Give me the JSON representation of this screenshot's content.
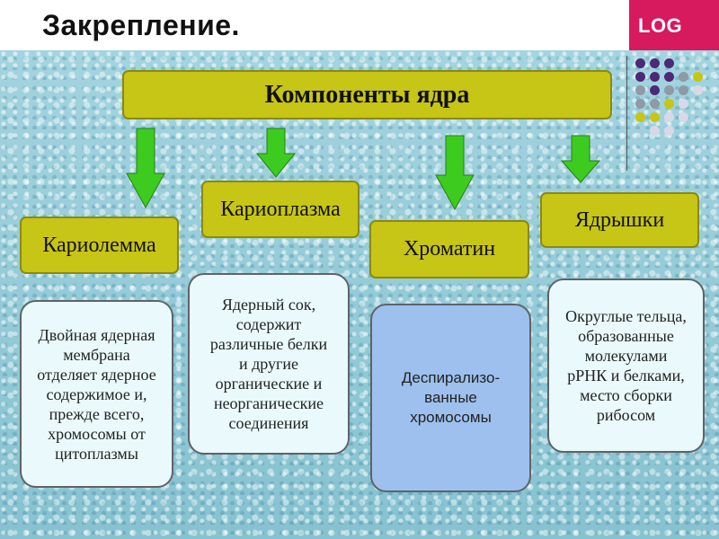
{
  "slide": {
    "title": "Закрепление.",
    "logo_text": "LOG"
  },
  "diagram": {
    "root": "Компоненты ядра",
    "components": [
      {
        "label": "Кариолемма",
        "description": "Двойная ядерная\nмембрана\nотделяет ядерное\nсодержимое и,\nпрежде всего,\nхромосомы от\nцитоплазмы"
      },
      {
        "label": "Кариоплазма",
        "description": "Ядерный сок,\nсодержит\nразличные белки\nи другие\nорганические и\nнеорганические\nсоединения"
      },
      {
        "label": "Хроматин",
        "description": "Деспирализо-\nванные\nхромосомы"
      },
      {
        "label": "Ядрышки",
        "description": "Округлые тельца,\nобразованные\nмолекулами\nрРНК и белками,\nместо сборки\nрибосом"
      }
    ]
  },
  "colors": {
    "box_fill": "#c7c516",
    "arrow_fill": "#3ccb1e",
    "background": "#8fc9d6",
    "logo_accent": "#d7195e",
    "chromatin_fill": "#9ec0ee",
    "description_fill": "#eaf9fb"
  }
}
